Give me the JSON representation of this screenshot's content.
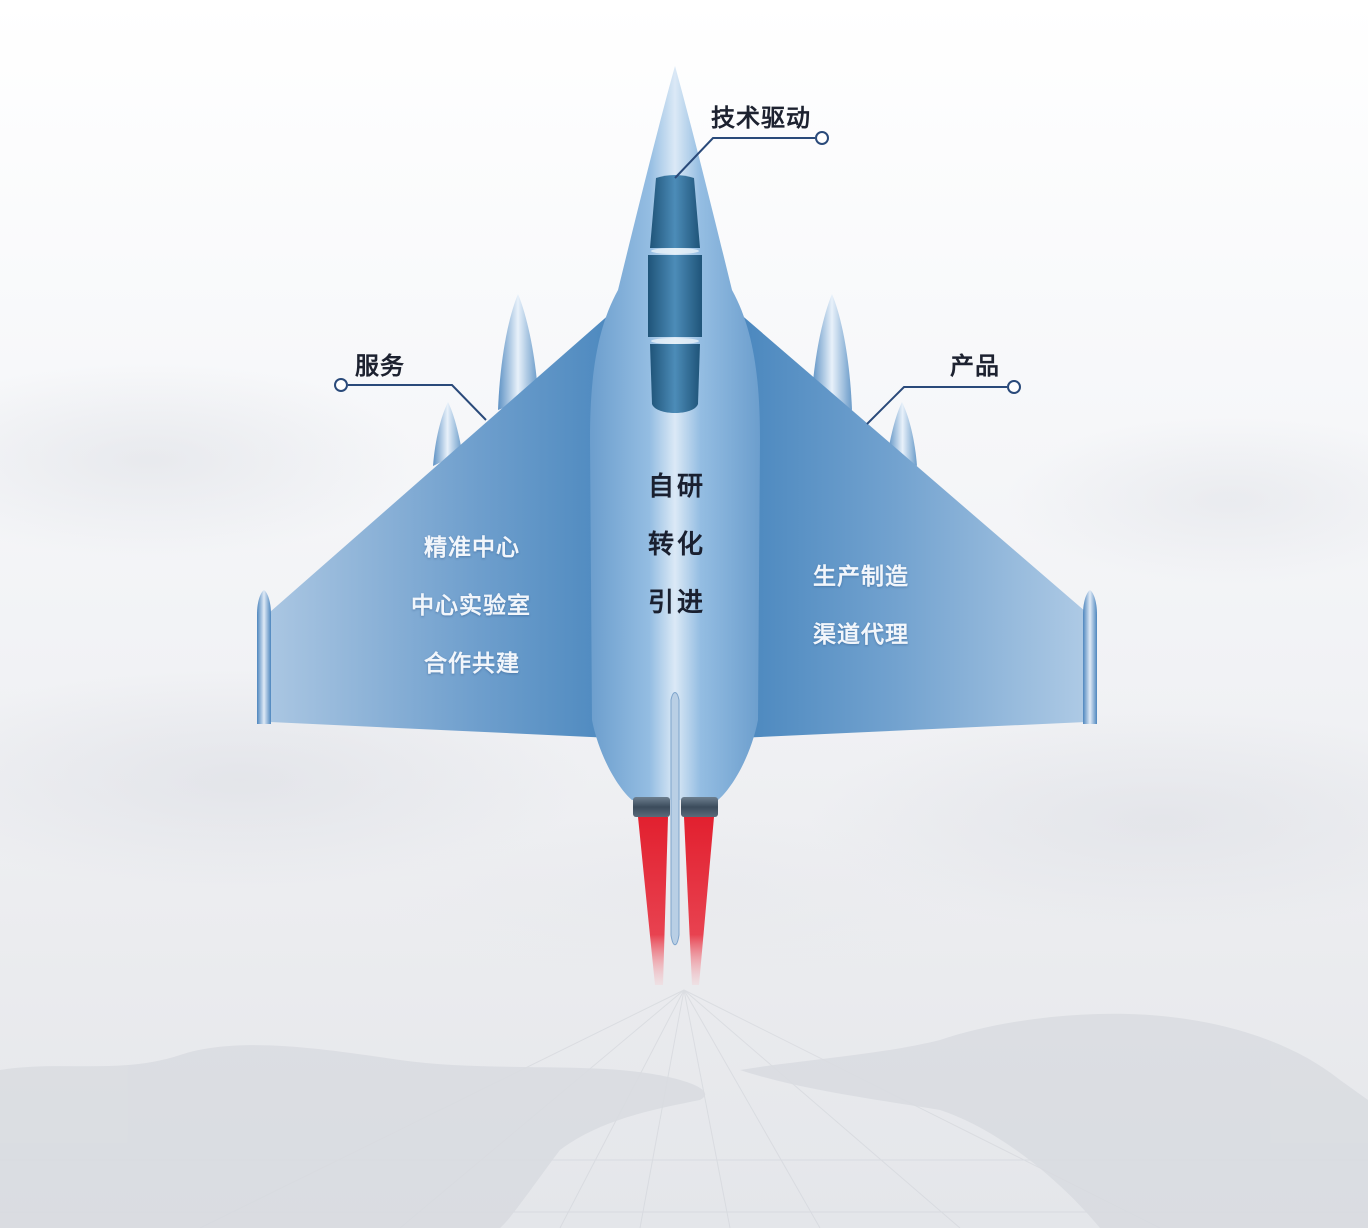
{
  "diagram": {
    "subject": "jet-aircraft-business-model",
    "callouts": {
      "nose": "技术驱动",
      "left_wing": "服务",
      "right_wing": "产品"
    },
    "fuselage_items": [
      "自研",
      "转化",
      "引进"
    ],
    "left_wing_items": [
      "精准中心",
      "中心实验室",
      "合作共建"
    ],
    "right_wing_items": [
      "生产制造",
      "渠道代理"
    ],
    "colors": {
      "wing_dark": "#4f8cc0",
      "wing_light": "#a9c6e2",
      "fuselage": "#7fafd8",
      "cockpit": "#2e6a94",
      "flame": "#e32a36",
      "callout_line": "#2a4a7a",
      "background": "#f2f3f5"
    }
  }
}
